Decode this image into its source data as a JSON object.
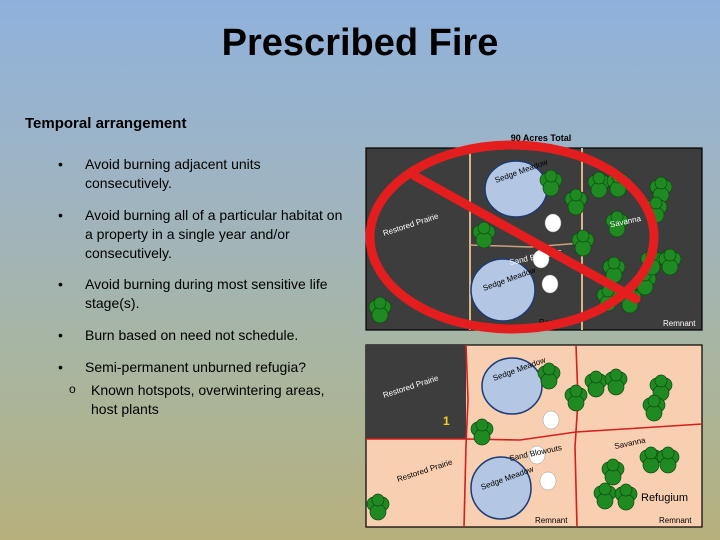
{
  "title": "Prescribed Fire",
  "subtitle": "Temporal arrangement",
  "bullets": [
    "Avoid burning adjacent units consecutively.",
    "Avoid burning all of a particular habitat on a property in a single year and/or consecutively.",
    "Avoid burning during most sensitive life stage(s).",
    "Burn based on need not schedule.",
    "Semi-permanent unburned refugia?"
  ],
  "sub_bullets": [
    "Known hotspots, overwintering areas, host plants"
  ],
  "top_map": {
    "header": "90 Acres Total",
    "labels": {
      "restored_prairie": "Restored Prairie",
      "sedge_top": "Sedge Meadow",
      "sedge_bottom": "Sedge Meadow",
      "sand_blowouts": "Sand Blowouts",
      "savanna": "Savanna",
      "remnant_mid": "Remnant",
      "remnant_right": "Remnant"
    },
    "prohibition_color": "#e41e1e"
  },
  "bottom_map": {
    "labels": {
      "restored_prairie_top": "Restored Prairie",
      "restored_prairie_bottom": "Restored Prairie",
      "unit_number": "1",
      "sedge_top": "Sedge Meadow",
      "sedge_bottom": "Sedge Meadow",
      "sand_blowouts": "Sand Blowouts",
      "savanna": "Savanna",
      "refugium": "Refugium",
      "remnant_mid": "Remnant",
      "remnant_right": "Remnant"
    }
  },
  "colors": {
    "burned": "#3d3d3d",
    "unburned": "#f8cfb1",
    "sedge": "#b3c6e4",
    "tree": "#1f8a22",
    "boundary": "#d21f1f"
  }
}
